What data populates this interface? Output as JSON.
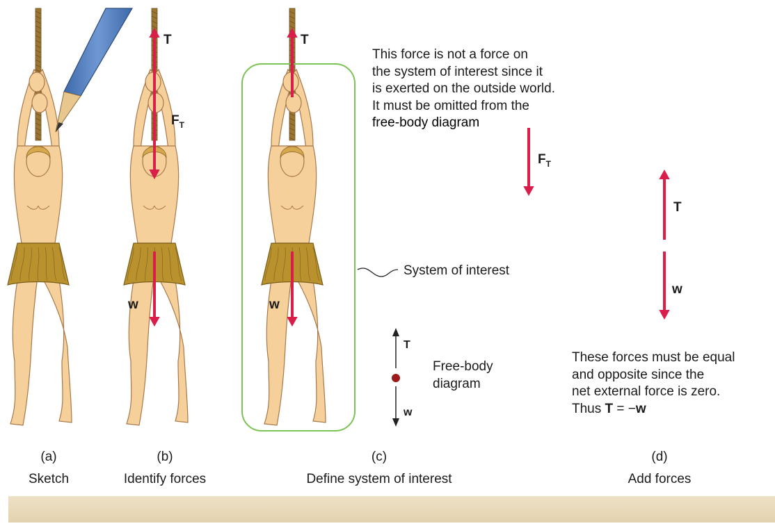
{
  "panels": [
    {
      "letter": "(a)",
      "caption": "Sketch"
    },
    {
      "letter": "(b)",
      "caption": "Identify forces"
    },
    {
      "letter": "(c)",
      "caption": "Define system of interest"
    },
    {
      "letter": "(d)",
      "caption": "Add forces"
    }
  ],
  "force_labels": {
    "tension": "T",
    "weight": "w",
    "rope_force_symbol": "F",
    "rope_force_subscript": "T"
  },
  "annotations": {
    "omitted_force_note": [
      "This force is not a force on",
      "the system of interest since it",
      "is exerted on the outside world.",
      "It must be omitted from the",
      "free-body diagram"
    ],
    "system_of_interest": "System of interest",
    "free_body_diagram": [
      "Free-body",
      "diagram"
    ],
    "equal_opposite_note": [
      "These forces must be equal",
      "and opposite since the",
      "net external force is zero."
    ],
    "conclusion_prefix": "Thus",
    "conclusion_lhs": "T",
    "conclusion_op": " = −",
    "conclusion_rhs": "w"
  },
  "colors": {
    "force_arrow": "#d81e49",
    "system_box": "#7cc257",
    "skin": "#f6d09b",
    "loincloth": "#b9922e",
    "hair": "#d7a94f",
    "rope": "#9b7532",
    "pencil": "#5b86c4",
    "body_dot": "#9b1b1b"
  }
}
